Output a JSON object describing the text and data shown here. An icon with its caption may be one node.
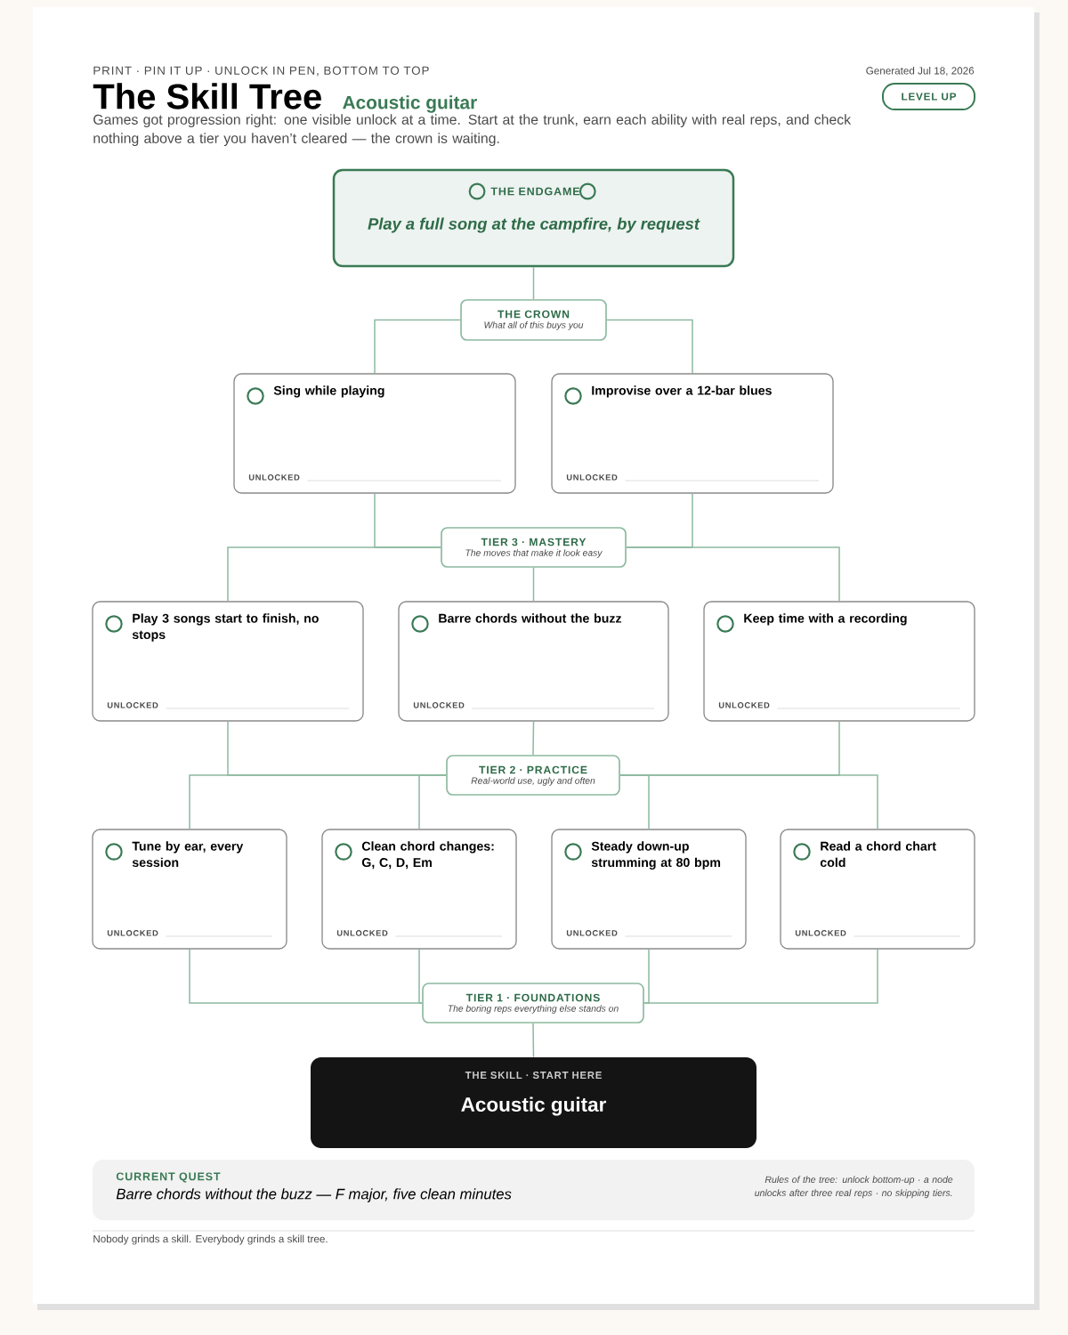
{
  "diagram": {
    "title": "The Skill Tree",
    "nodes": [
      {
        "text": [
          "LEVEL UP"
        ]
      },
      {
        "text": [
          "THE ENDGAME",
          "Play a full song at the campfire, by request"
        ]
      },
      {
        "text": [
          "THE CROWN",
          "What all of this buys you"
        ]
      },
      {
        "text": [
          "Sing while playing",
          "UNLOCKED"
        ]
      },
      {
        "text": [
          "Improvise over a 12-bar blues",
          "UNLOCKED"
        ]
      },
      {
        "text": [
          "TIER 3 · MASTERY",
          "The moves that make it look easy"
        ]
      },
      {
        "text": [
          "Play 3 songs start to finish, no stops",
          "UNLOCKED"
        ]
      },
      {
        "text": [
          "Barre chords without the buzz",
          "UNLOCKED"
        ]
      },
      {
        "text": [
          "Keep time with a recording",
          "UNLOCKED"
        ]
      },
      {
        "text": [
          "TIER 2 · PRACTICE",
          "Real-world use, ugly and often"
        ]
      },
      {
        "text": [
          "Tune by ear, every session",
          "UNLOCKED"
        ]
      },
      {
        "text": [
          "Clean chord changes: G, C, D, Em",
          "UNLOCKED"
        ]
      },
      {
        "text": [
          "Steady down-up strumming at 80 bpm",
          "UNLOCKED"
        ]
      },
      {
        "text": [
          "Read a chord chart cold",
          "UNLOCKED"
        ]
      },
      {
        "text": [
          "TIER 1 · FOUNDATIONS",
          "The boring reps everything else stands on"
        ]
      },
      {
        "text": [
          "THE SKILL · START HERE",
          "Acoustic guitar"
        ]
      },
      {
        "text": [
          "CURRENT QUEST",
          "Barre chords without the buzz — F major, five clean minutes",
          "Rules of the tree: unlock bottom-up · a node unlocks after three real reps · no skipping tiers."
        ]
      }
    ],
    "edges": [
      {
        "from": 1,
        "to": 2,
        "arrow": "none"
      },
      {
        "from": 2,
        "to": 3,
        "arrow": "none"
      },
      {
        "from": 2,
        "to": 4,
        "arrow": "none"
      },
      {
        "from": 3,
        "to": 5,
        "arrow": "none"
      },
      {
        "from": 4,
        "to": 5,
        "arrow": "none"
      },
      {
        "from": 5,
        "to": 6,
        "arrow": "none"
      },
      {
        "from": 5,
        "to": 7,
        "arrow": "none"
      },
      {
        "from": 5,
        "to": 8,
        "arrow": "none"
      },
      {
        "from": 6,
        "to": 9,
        "arrow": "none"
      },
      {
        "from": 7,
        "to": 9,
        "arrow": "none"
      },
      {
        "from": 8,
        "to": 9,
        "arrow": "none"
      },
      {
        "from": 9,
        "to": 10,
        "arrow": "none"
      },
      {
        "from": 9,
        "to": 11,
        "arrow": "none"
      },
      {
        "from": 9,
        "to": 12,
        "arrow": "none"
      },
      {
        "from": 9,
        "to": 13,
        "arrow": "none"
      },
      {
        "from": 10,
        "to": 14,
        "arrow": "none"
      },
      {
        "from": 11,
        "to": 14,
        "arrow": "none"
      },
      {
        "from": 12,
        "to": 14,
        "arrow": "none"
      },
      {
        "from": 13,
        "to": 14,
        "arrow": "none"
      },
      {
        "from": 14,
        "to": 15,
        "arrow": "none"
      }
    ],
    "labels": [
      "PRINT · PIN IT UP · UNLOCK IN PEN, BOTTOM TO TOP",
      "Generated Jul 18, 2026",
      "Acoustic guitar",
      "Games got progression right: one visible unlock at a time. Start at the trunk, earn each ability with real reps, and check nothing above a tier you haven’t cleared — the crown is waiting.",
      "Nobody grinds a skill. Everybody grinds a skill tree."
    ]
  }
}
